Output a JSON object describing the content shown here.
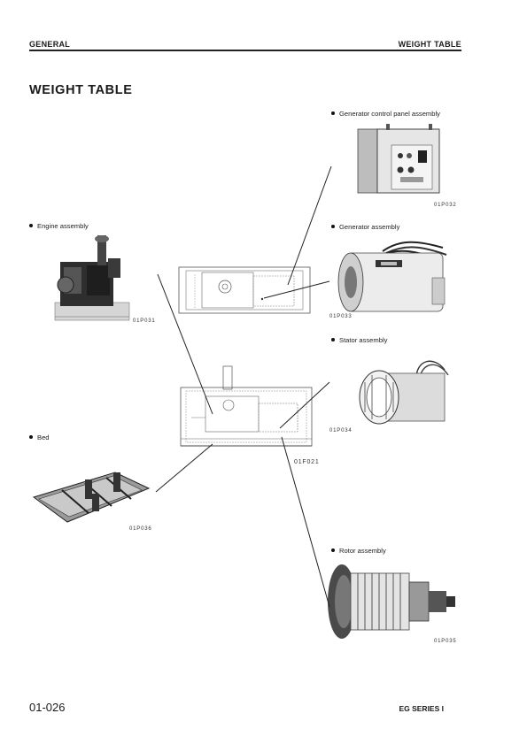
{
  "header": {
    "left": "GENERAL",
    "right": "WEIGHT TABLE"
  },
  "page_title": "WEIGHT TABLE",
  "figures": [
    {
      "label": "Generator control panel assembly",
      "code": "01P032"
    },
    {
      "label": "Engine assembly",
      "code": "01P031"
    },
    {
      "label": "Generator assembly",
      "code": "01P033"
    },
    {
      "label": "Stator assembly",
      "code": "01P034"
    },
    {
      "label": "Bed",
      "code": "01P036"
    },
    {
      "label": "Rotor assembly",
      "code": "01P035"
    }
  ],
  "center_code": "01F021",
  "footer": {
    "page_number": "01-026",
    "series": "EG SERIES I"
  }
}
